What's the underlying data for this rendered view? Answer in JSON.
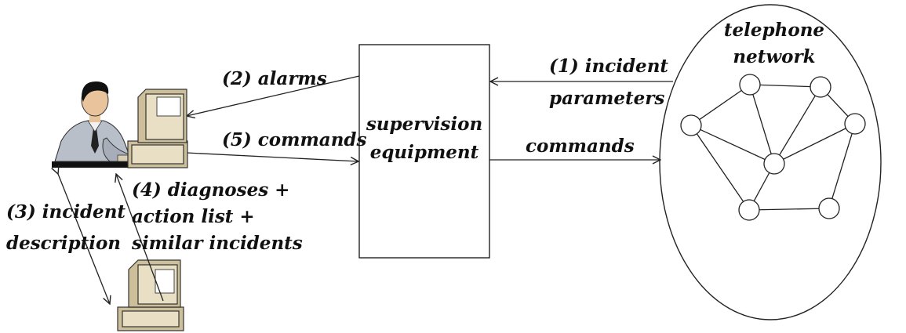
{
  "nodes": {
    "supervision": [
      "supervision",
      "equipment"
    ],
    "network": [
      "telephone",
      "network"
    ]
  },
  "edges": {
    "incident_parameters": [
      "(1) incident",
      "parameters"
    ],
    "alarms": "(2) alarms",
    "incident_description": [
      "(3) incident",
      "description"
    ],
    "diagnoses": [
      "(4) diagnoses +",
      "action list +",
      "similar incidents"
    ],
    "commands_operator": "(5) commands",
    "commands_network": "commands"
  }
}
